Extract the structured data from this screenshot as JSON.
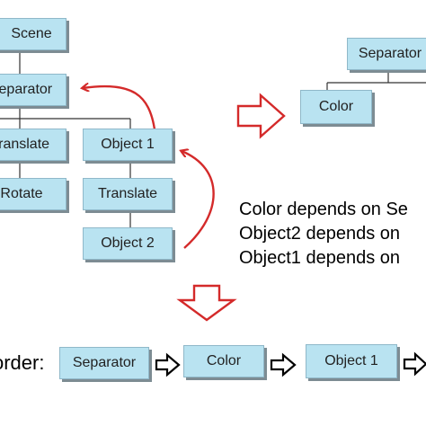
{
  "left_tree": {
    "scene": "Scene",
    "separator": "Separator",
    "translate_a": "Translate",
    "rotate": "Rotate",
    "object1": "Object 1",
    "translate_b": "Translate",
    "object2": "Object 2"
  },
  "right_tree": {
    "separator": "Separator",
    "color": "Color"
  },
  "dependencies": [
    "Color depends on Se",
    "Object2 depends on",
    "Object1 depends on"
  ],
  "order": {
    "label": "order:",
    "steps": [
      "Separator",
      "Color",
      "Object 1"
    ]
  },
  "colors": {
    "node_fill": "#b9e3f1",
    "arrow_red": "#d42a2a",
    "line": "#333333"
  }
}
